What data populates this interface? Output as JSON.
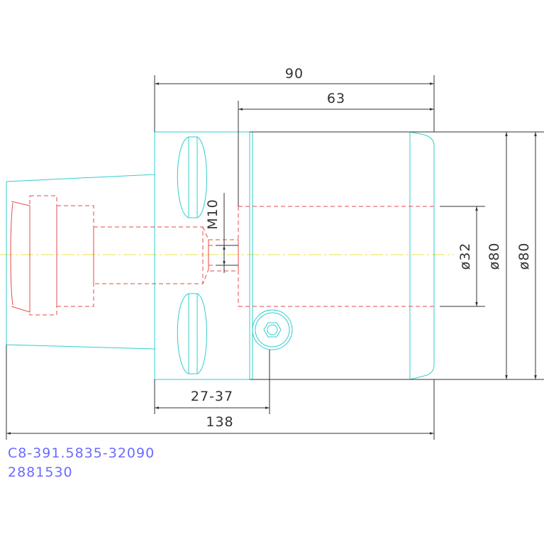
{
  "dimensions": {
    "overall_length_top": "90",
    "head_length": "63",
    "overall_length": "138",
    "clamp_range": "27-37",
    "thread": "M10",
    "bore_diameter": "ø32",
    "flange_diameter": "ø80",
    "body_diameter": "ø80"
  },
  "title_block": {
    "part_code": "C8-391.5835-32090",
    "item_number": "2881530"
  },
  "colors": {
    "outline": "#33cccc",
    "hidden": "#e84a4a",
    "dimension": "#333333",
    "centerline": "#e6e64a",
    "title": "#6b6bff"
  }
}
